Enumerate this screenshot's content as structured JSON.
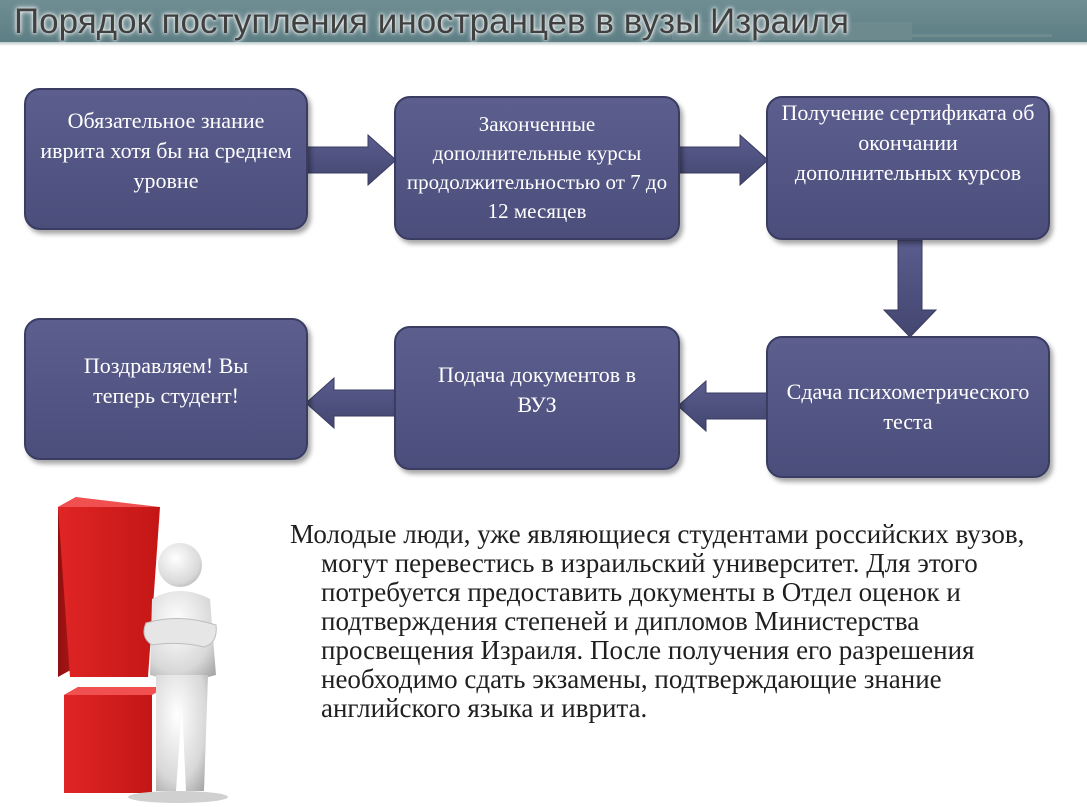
{
  "title": "Порядок поступления иностранцев в вузы Израиля",
  "steps": [
    {
      "text": "Обязательное знание иврита хотя бы на среднем уровне"
    },
    {
      "text": "Законченные дополнительные курсы продолжительностью от 7 до 12 месяцев"
    },
    {
      "text": "Получение сертификата об окончании дополнительных курсов"
    },
    {
      "text": "Сдача психометрического теста"
    },
    {
      "text": "Подача документов в ВУЗ"
    },
    {
      "text": "Поздравляем! Вы теперь студент!"
    }
  ],
  "paragraph": "Молодые люди, уже являющиеся студентами российских вузов, могут перевестись в израильский университет. Для этого потребуется предоставить документы в Отдел оценок и подтверждения степеней и дипломов Министерства просвещения Израиля. После получения его разрешения необходимо сдать экзамены, подтверждающие знание английского языка и иврита.",
  "colors": {
    "box_fill": "#52557f",
    "arrow_fill": "#4d5082",
    "header_bar": "#6f8e93",
    "exclamation": "#d42020"
  },
  "illustration": "figure-leaning-on-red-exclamation-mark"
}
